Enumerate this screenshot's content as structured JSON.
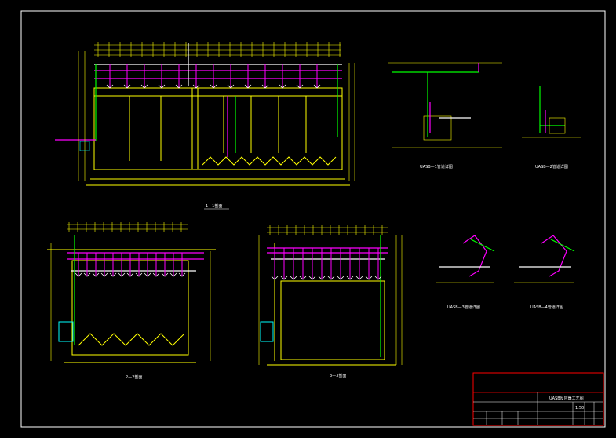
{
  "drawing": {
    "colors": {
      "background": "#000000",
      "frame": "#ffffff",
      "structure": "#ffff00",
      "pipe_main": "#00ff00",
      "pipe_branch": "#ff00ff",
      "dimension": "#ffff00",
      "text": "#ffffff",
      "titleblock": "#ff0000",
      "cyan": "#00ffff"
    },
    "views": {
      "section_1": {
        "caption": "1—1剖面"
      },
      "section_2": {
        "caption": "2—2剖面"
      },
      "section_3": {
        "caption": "3—3剖面"
      },
      "detail_1": {
        "caption": "UASB—1管道详图"
      },
      "detail_2": {
        "caption": "UASB—2管道详图"
      },
      "detail_3": {
        "caption": "UASB—3管道详图"
      },
      "detail_4": {
        "caption": "UASB—4管道详图"
      }
    },
    "title_block": {
      "project": "UASB反应器工艺图",
      "scale": "1:50"
    }
  }
}
